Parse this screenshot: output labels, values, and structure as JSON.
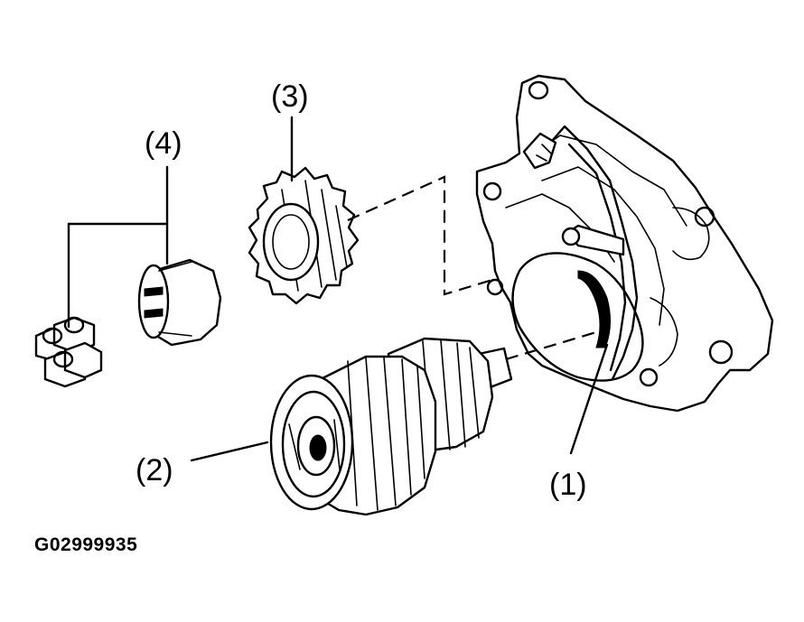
{
  "callouts": {
    "c1": "(1)",
    "c2": "(2)",
    "c3": "(3)",
    "c4": "(4)"
  },
  "figure_id": "G02999935"
}
